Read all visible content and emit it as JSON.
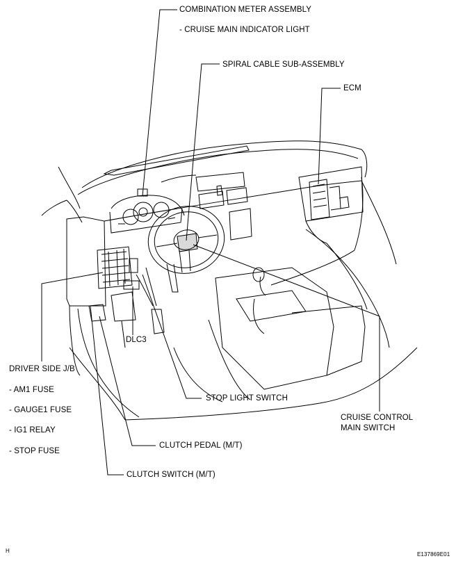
{
  "labels": {
    "combination_meter": "COMBINATION METER ASSEMBLY",
    "cruise_indicator": "- CRUISE MAIN INDICATOR LIGHT",
    "spiral_cable": "SPIRAL CABLE SUB-ASSEMBLY",
    "ecm": "ECM",
    "dlc3": "DLC3",
    "driver_jb": "DRIVER SIDE J/B",
    "am1_fuse": "- AM1 FUSE",
    "gauge1_fuse": "- GAUGE1 FUSE",
    "ig1_relay": "- IG1 RELAY",
    "stop_fuse": "- STOP FUSE",
    "stop_light_switch": "STOP LIGHT SWITCH",
    "cruise_main_switch_1": "CRUISE CONTROL",
    "cruise_main_switch_2": "MAIN SWITCH",
    "clutch_pedal": "CLUTCH PEDAL (M/T)",
    "clutch_switch": "CLUTCH SWITCH (M/T)"
  },
  "corner": {
    "left": "H",
    "right": "E137869E01"
  }
}
